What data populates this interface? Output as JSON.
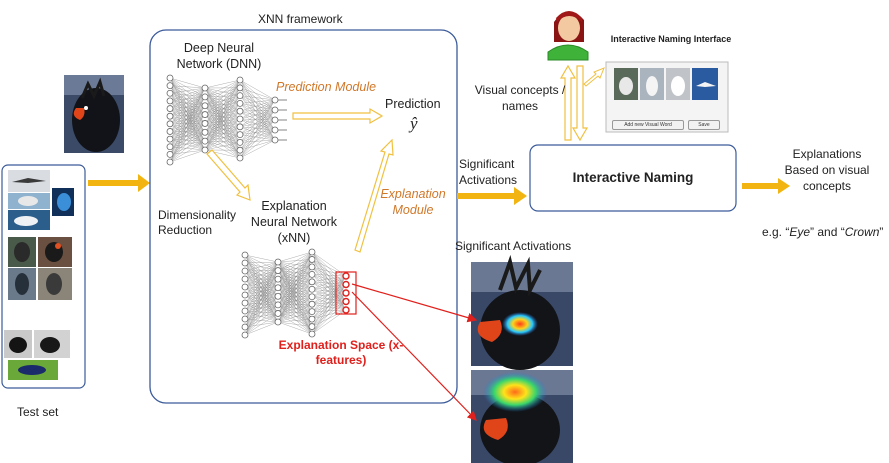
{
  "labels": {
    "framework_title": "XNN framework",
    "dnn": "Deep Neural Network (DNN)",
    "prediction_module": "Prediction Module",
    "prediction": "Prediction",
    "y_hat": "ŷ",
    "dimensionality_reduction": "Dimensionality Reduction",
    "xnn": "Explanation Neural Network (xNN)",
    "explanation_module": "Explanation Module",
    "explanation_space": "Explanation Space (x-features)",
    "test_set": "Test set",
    "visual_concepts": "Visual concepts / names",
    "significant_activations_arrow": "Significant Activations",
    "interactive_naming": "Interactive Naming",
    "explanations_out": "Explanations Based on visual concepts",
    "example_prefix": "e.g. “",
    "example_eye": "Eye",
    "example_mid": "” and “",
    "example_crown": "Crown",
    "example_suffix": "”",
    "significant_activations_title": "Significant  Activations",
    "interface_title": "Interactive Naming Interface",
    "add_button": "Add new Visual Word",
    "save_button": "Save"
  },
  "colors": {
    "box_border": "#3b5a9a",
    "arrow_gold": "#f2b410",
    "arrow_outline": "#f0c040",
    "orange_text": "#d0782a",
    "red": "#e0201c"
  }
}
